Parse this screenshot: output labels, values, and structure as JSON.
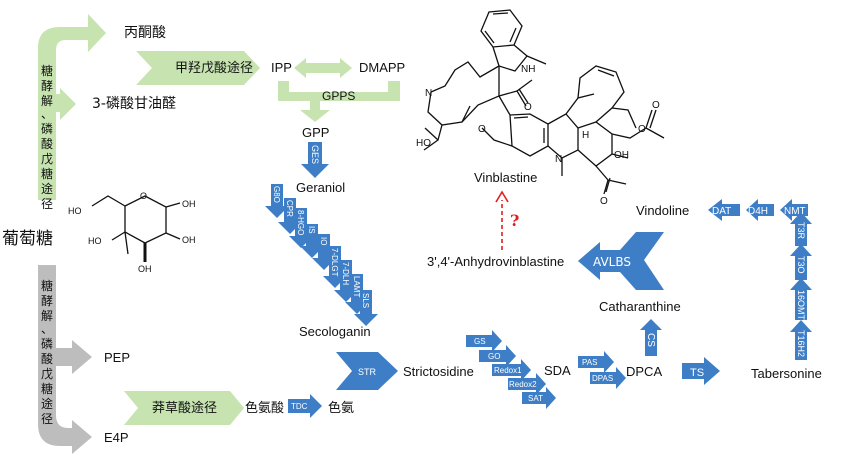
{
  "colors": {
    "green": "#c6e3b0",
    "gray": "#bdbdbd",
    "blue": "#3d7ec6",
    "red": "#e01e1e"
  },
  "nodes": {
    "pyruvate": "丙酮酸",
    "g3p": "3-磷酸甘油醛",
    "glucose": "葡萄糖",
    "pep": "PEP",
    "e4p": "E4P",
    "ipp": "IPP",
    "dmapp": "DMAPP",
    "gpp": "GPP",
    "geraniol": "Geraniol",
    "secologanin": "Secologanin",
    "tryptophan": "色氨酸",
    "tryptamine": "色氨",
    "strictosidine": "Strictosidine",
    "sda": "SDA",
    "dpca": "DPCA",
    "catharanthine": "Catharanthine",
    "tabersonine": "Tabersonine",
    "vindoline": "Vindoline",
    "anhydro": "3',4'-Anhydrovinblastine",
    "vinblastine": "Vinblastine",
    "unknown": "?"
  },
  "pathways": {
    "upper_vertical": [
      "糖",
      "酵",
      "解",
      "、",
      "磷",
      "酸",
      "戊",
      "糖",
      "途",
      "径"
    ],
    "lower_vertical": [
      "糖",
      "酵",
      "解",
      "、",
      "磷",
      "酸",
      "戊",
      "糖",
      "途",
      "径"
    ],
    "mep": "甲羟戊酸途径",
    "shikimate": "莽草酸途径"
  },
  "enzymes": {
    "gpps": "GPPS",
    "ges": "GES",
    "g8o": "G8O",
    "cpr": "CPR",
    "hgo": "8-HGO",
    "is": "IS",
    "io": "IO",
    "dlgt": "7-DLGT",
    "dlh": "7-DLH",
    "lamt": "LAMT",
    "sls": "SLS",
    "tdc": "TDC",
    "str": "STR",
    "gs": "GS",
    "go": "GO",
    "redox1": "Redox1",
    "redox2": "Redox2",
    "sat": "SAT",
    "pas": "PAS",
    "dpas": "DPAS",
    "cs": "CS",
    "ts": "TS",
    "t16h2": "T16H2",
    "omt": "16OMT",
    "t3o": "T3O",
    "t3r": "T3R",
    "nmt": "NMT",
    "d4h": "D4H",
    "dat": "DAT",
    "avlbs": "AVLBS"
  },
  "molecule_atoms": {
    "glucose_oh": [
      "OH",
      "HO",
      "HO",
      "OH",
      "OH",
      "O"
    ],
    "vinblastine": [
      "NH",
      "N",
      "HO",
      "O",
      "O",
      "N",
      "H",
      "OH",
      "O",
      "O",
      "O"
    ]
  }
}
